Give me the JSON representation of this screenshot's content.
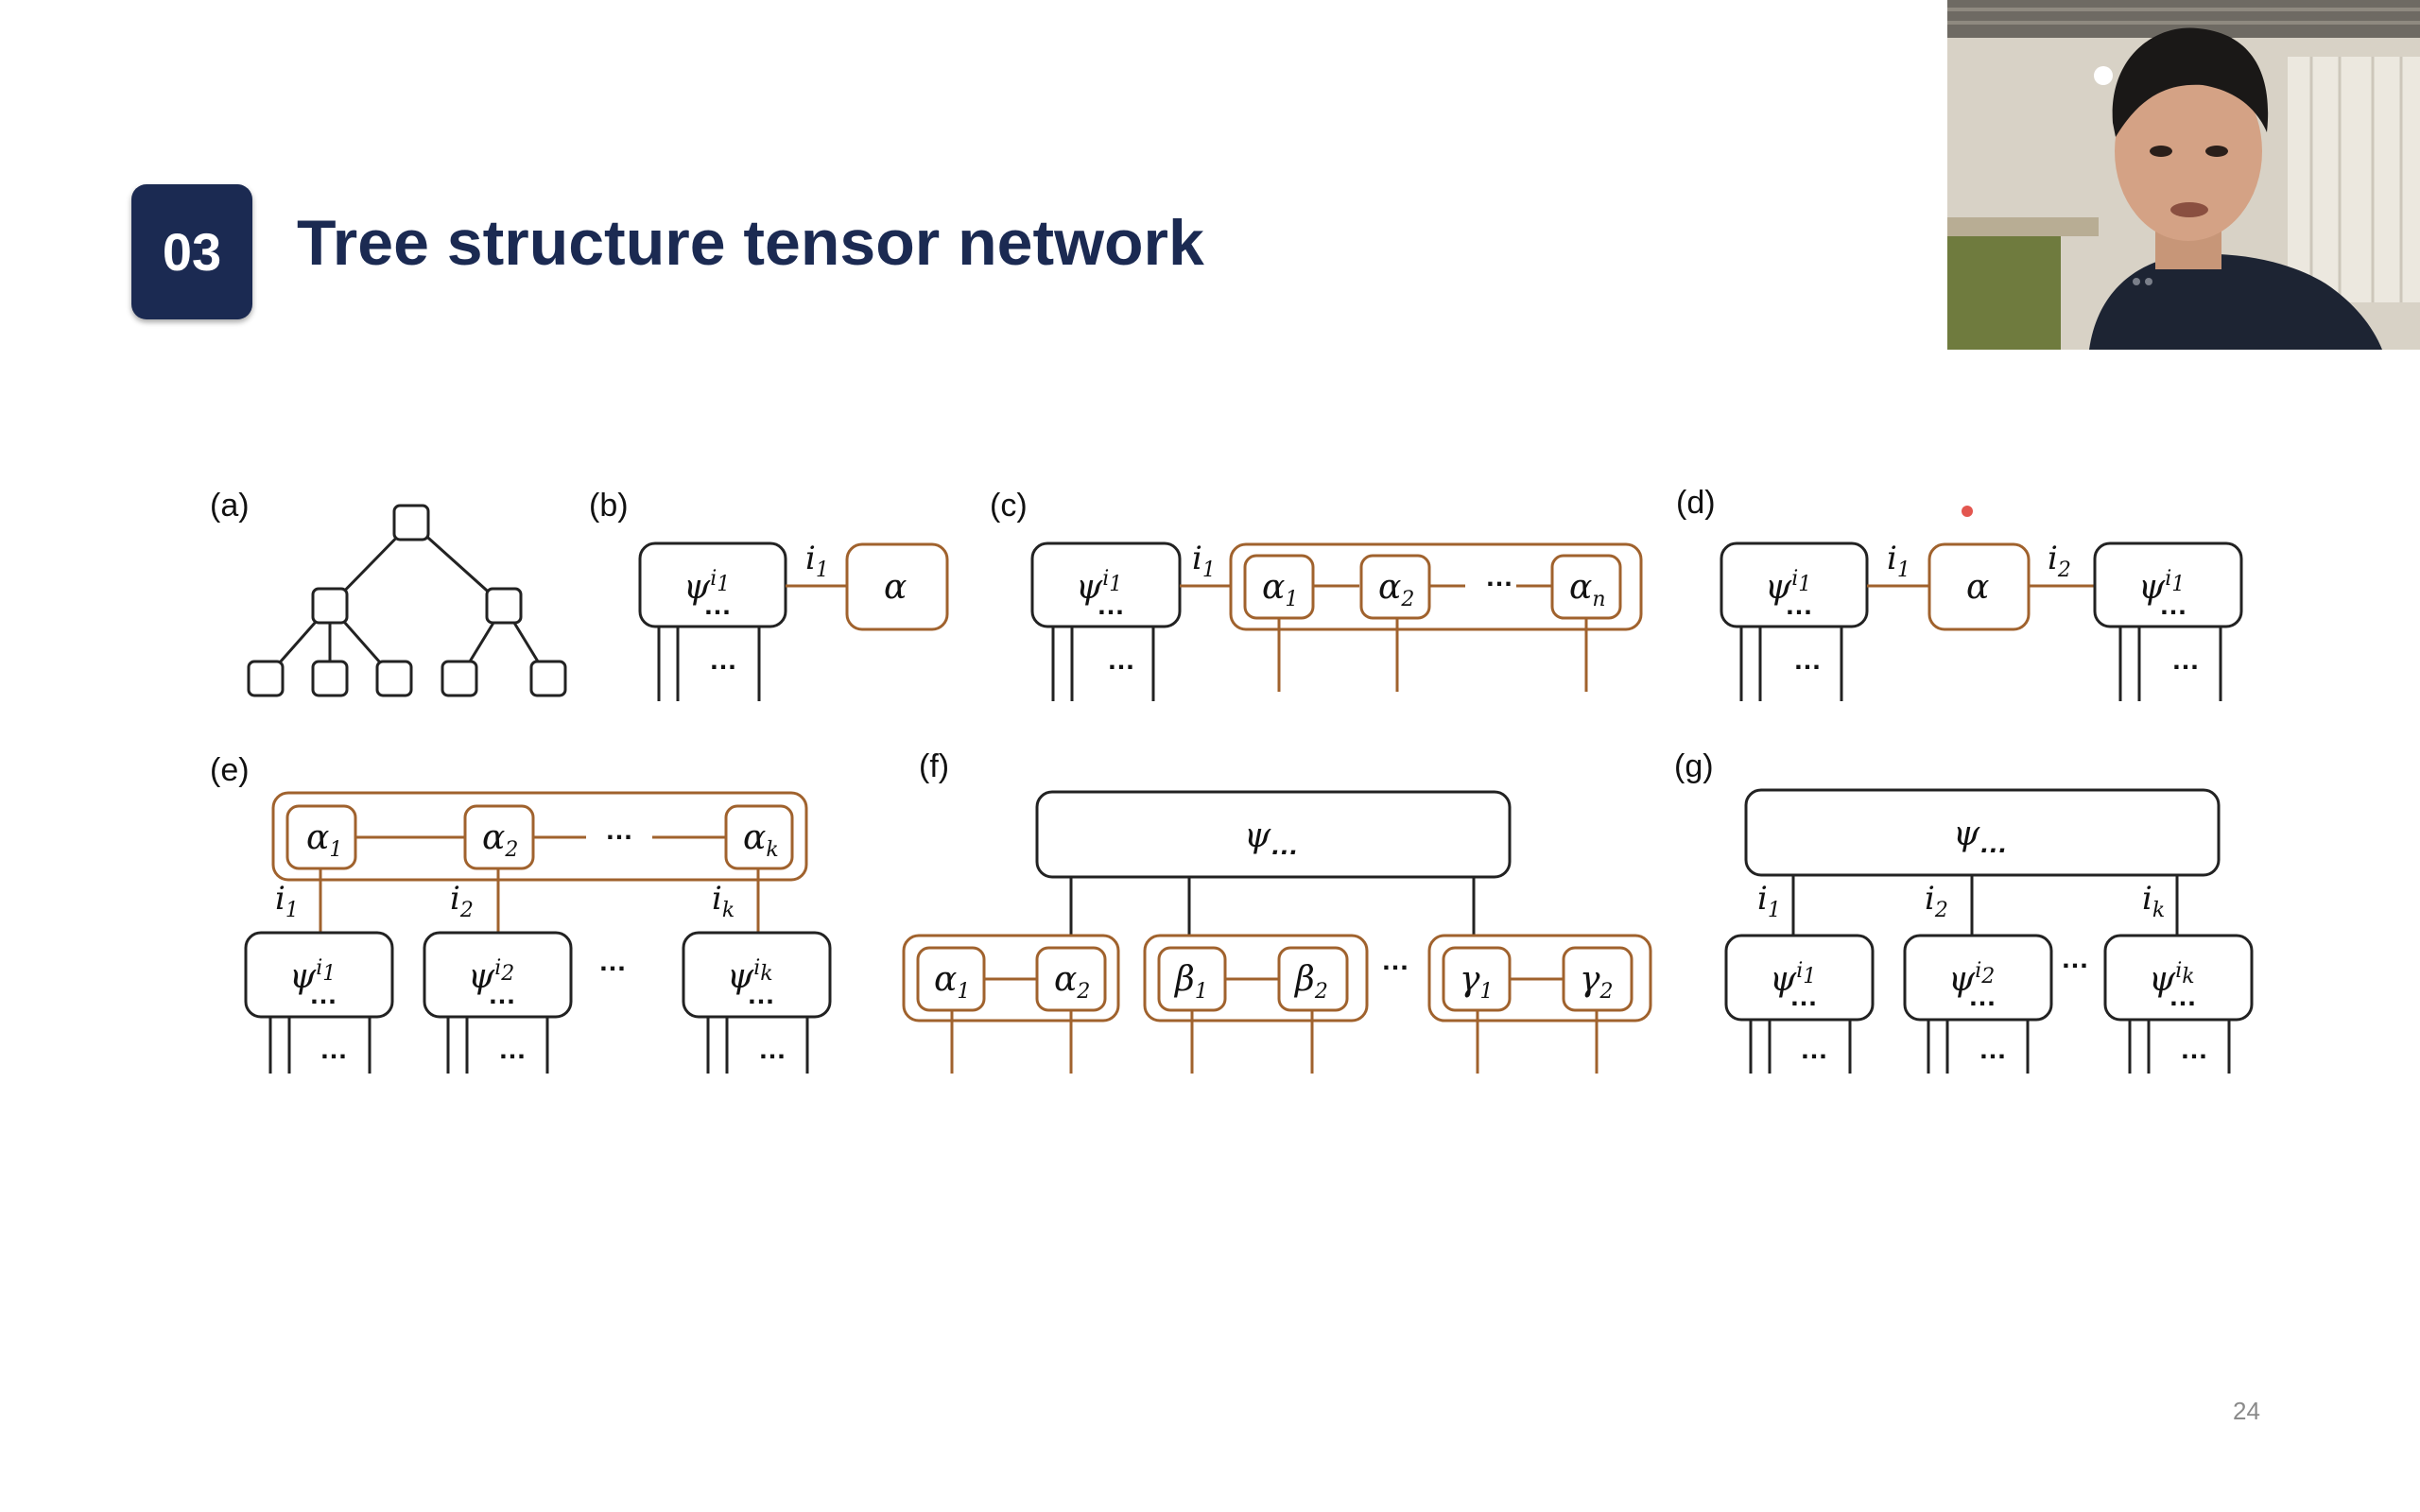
{
  "slide": {
    "section_number": "03",
    "title": "Tree structure tensor network",
    "page_number": "24"
  },
  "figure": {
    "panels": {
      "a": {
        "label": "(a)"
      },
      "b": {
        "label": "(b)",
        "psi": "ψ",
        "psi_sup": "i",
        "psi_sup_sub": "1",
        "psi_sub": "…",
        "link": "i",
        "link_sub": "1",
        "core": "α",
        "dots": "…"
      },
      "c": {
        "label": "(c)",
        "psi": "ψ",
        "psi_sup": "i",
        "psi_sup_sub": "1",
        "psi_sub": "…",
        "link": "i",
        "link_sub": "1",
        "cores": [
          {
            "sym": "α",
            "sub": "1"
          },
          {
            "sym": "α",
            "sub": "2"
          },
          {
            "sym": "α",
            "sub": "n"
          }
        ],
        "dots": "…"
      },
      "d": {
        "label": "(d)",
        "left_psi": "ψ",
        "left_sup": "i",
        "left_sup_sub": "1",
        "psi_sub": "…",
        "link1": "i",
        "link1_sub": "1",
        "core": "α",
        "link2": "i",
        "link2_sub": "2",
        "right_psi": "ψ",
        "right_sup": "i",
        "right_sup_sub": "1",
        "dots": "…"
      },
      "e": {
        "label": "(e)",
        "cores": [
          {
            "sym": "α",
            "sub": "1"
          },
          {
            "sym": "α",
            "sub": "2"
          },
          {
            "sym": "α",
            "sub": "k"
          }
        ],
        "links": [
          {
            "sym": "i",
            "sub": "1"
          },
          {
            "sym": "i",
            "sub": "2"
          },
          {
            "sym": "i",
            "sub": "k"
          }
        ],
        "psis": [
          {
            "sym": "ψ",
            "sup": "i",
            "sup_sub": "1"
          },
          {
            "sym": "ψ",
            "sup": "i",
            "sup_sub": "2"
          },
          {
            "sym": "ψ",
            "sup": "i",
            "sup_sub": "k"
          }
        ],
        "psi_sub": "…",
        "dots": "…"
      },
      "f": {
        "label": "(f)",
        "top": "ψ",
        "top_sub": "…",
        "groups": [
          [
            {
              "sym": "α",
              "sub": "1"
            },
            {
              "sym": "α",
              "sub": "2"
            }
          ],
          [
            {
              "sym": "β",
              "sub": "1"
            },
            {
              "sym": "β",
              "sub": "2"
            }
          ],
          [
            {
              "sym": "γ",
              "sub": "1"
            },
            {
              "sym": "γ",
              "sub": "2"
            }
          ]
        ],
        "dots": "…"
      },
      "g": {
        "label": "(g)",
        "top": "ψ",
        "top_sub": "…",
        "links": [
          {
            "sym": "i",
            "sub": "1"
          },
          {
            "sym": "i",
            "sub": "2"
          },
          {
            "sym": "i",
            "sub": "k"
          }
        ],
        "psis": [
          {
            "sym": "ψ",
            "sup": "i",
            "sup_sub": "1"
          },
          {
            "sym": "ψ",
            "sup": "i",
            "sup_sub": "2"
          },
          {
            "sym": "ψ",
            "sup": "i",
            "sup_sub": "k"
          }
        ],
        "psi_sub": "…",
        "dots": "…"
      }
    }
  },
  "colors": {
    "navy": "#1b2a52",
    "brown": "#a0622d",
    "ink": "#222222",
    "pointer": "#e0443c"
  },
  "icons": {
    "webcam": "webcam-feed",
    "pointer": "laser-pointer-dot"
  }
}
